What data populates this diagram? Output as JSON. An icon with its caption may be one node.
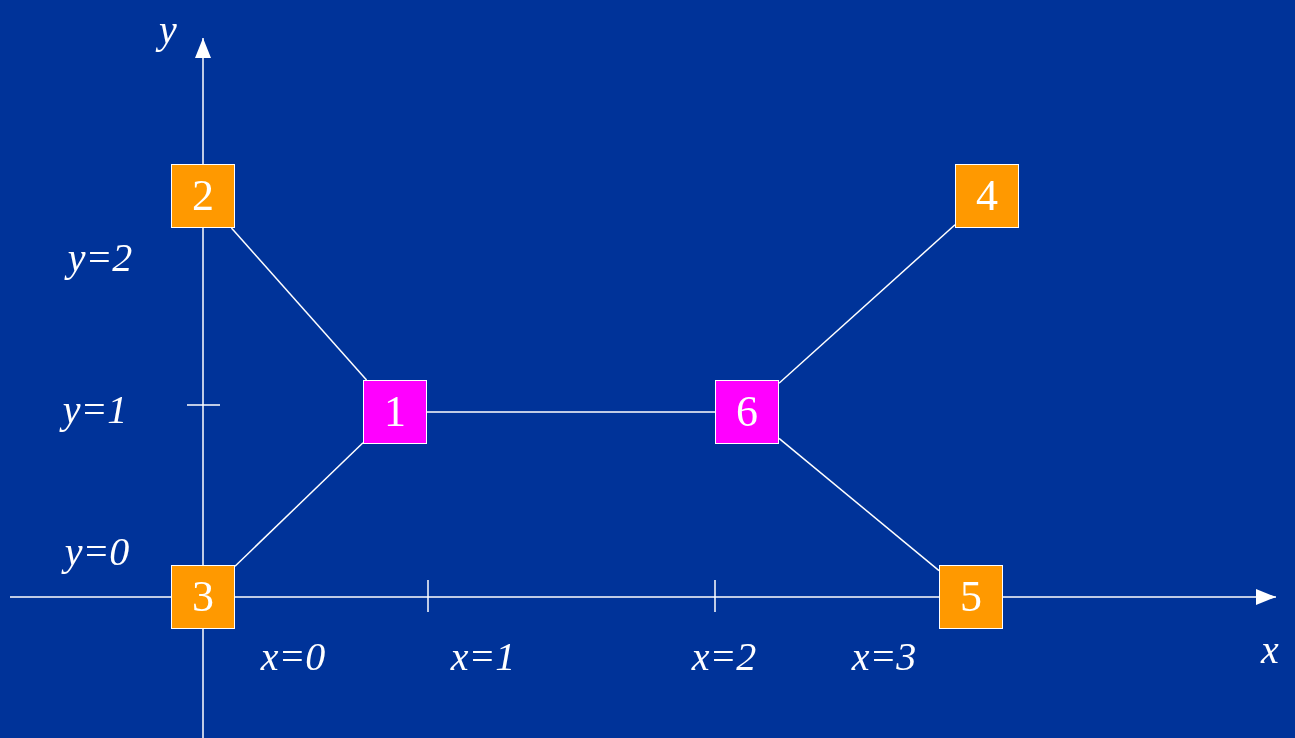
{
  "diagram": {
    "nodes": [
      {
        "text": [
          "2"
        ]
      },
      {
        "text": [
          "4"
        ]
      },
      {
        "text": [
          "1"
        ]
      },
      {
        "text": [
          "6"
        ]
      },
      {
        "text": [
          "3"
        ]
      },
      {
        "text": [
          "5"
        ]
      }
    ],
    "edges": [
      {
        "from": 0,
        "to": 2,
        "arrow": "none"
      },
      {
        "from": 4,
        "to": 2,
        "arrow": "none"
      },
      {
        "from": 2,
        "to": 3,
        "arrow": "none"
      },
      {
        "from": 3,
        "to": 1,
        "arrow": "none"
      },
      {
        "from": 3,
        "to": 5,
        "arrow": "none"
      }
    ],
    "labels": [
      "y",
      "y=2",
      "y=1",
      "y=0",
      "x=0",
      "x=1",
      "x=2",
      "x=3",
      "x"
    ]
  }
}
